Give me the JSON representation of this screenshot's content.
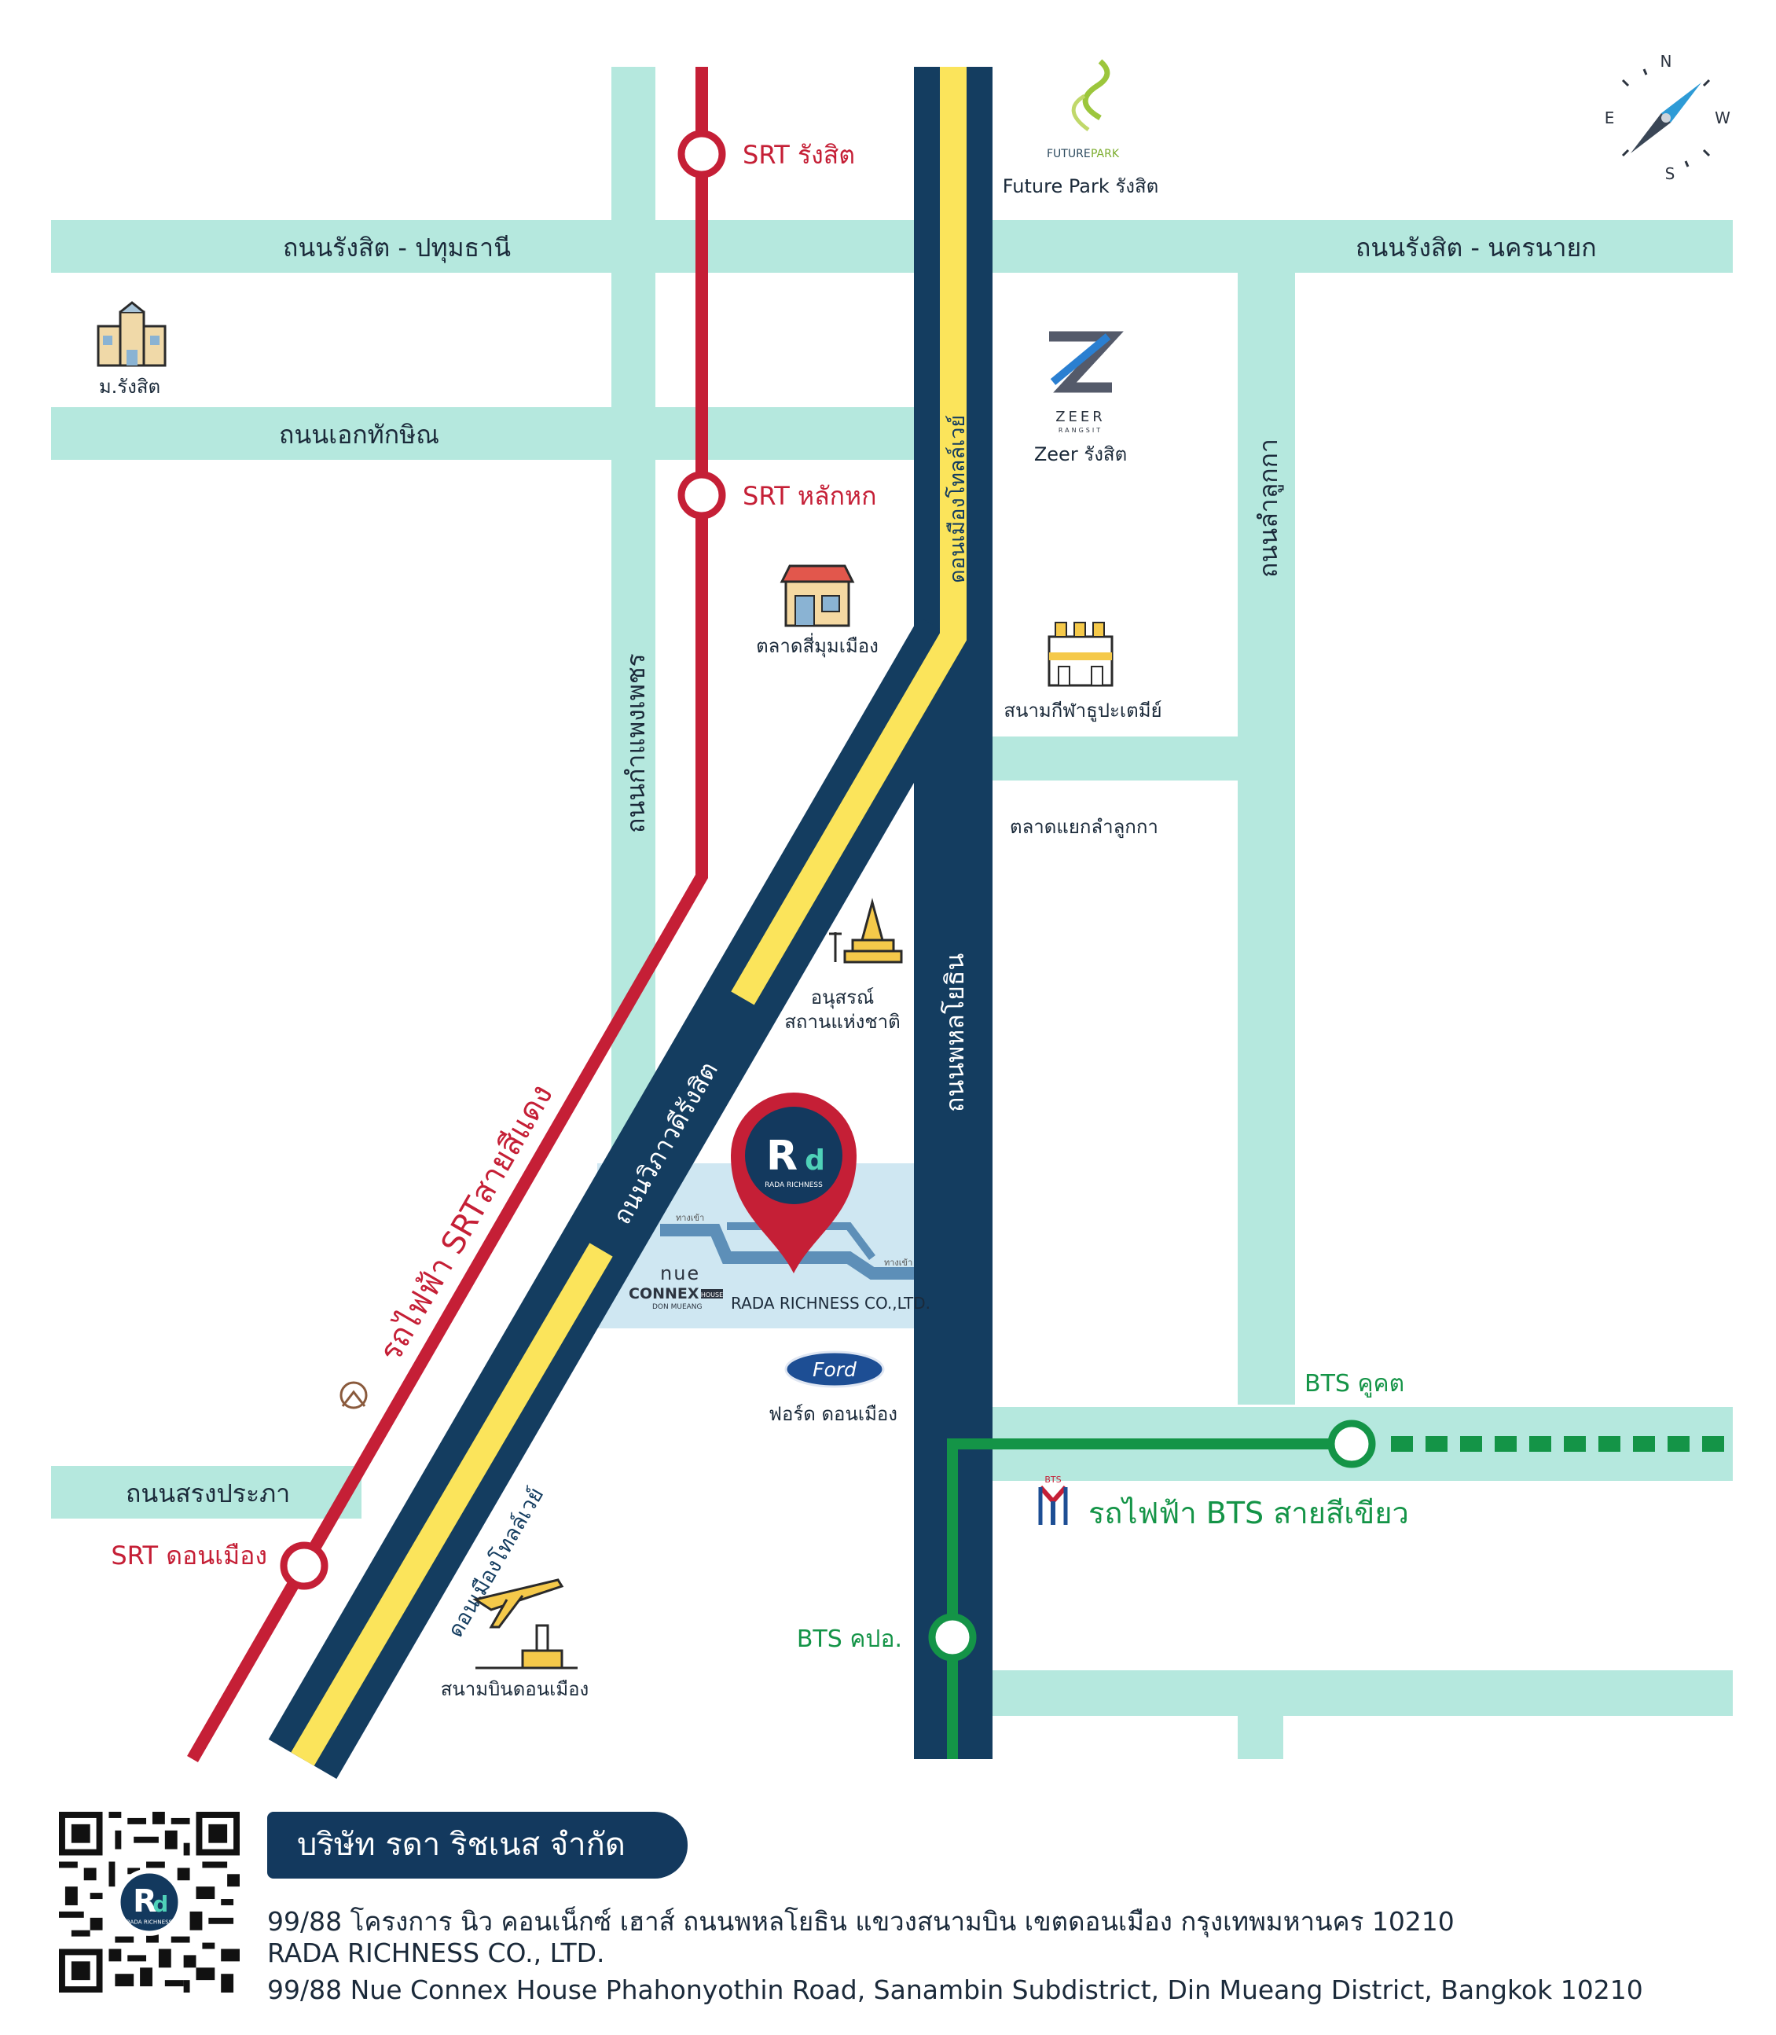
{
  "colors": {
    "road": "#b5e8de",
    "tollway_blue": "#143d60",
    "tollway_yellow": "#fbe45b",
    "srt_red": "#c51f36",
    "bts_green": "#149447",
    "pin_red": "#c51f36",
    "area_blue": "#cfe7f2"
  },
  "roads": {
    "rangsit_pathum": "ถนนรังสิต -  ปทุมธานี",
    "rangsit_nakhonnayok": "ถนนรังสิต - นครนายก",
    "ekthakin": "ถนนเอกทักษิณ",
    "lamlukka": "ถนนลำลูกกา",
    "kamphaengphet": "ถนนกำแพงเพชร",
    "vibhavadi": "ถนนวิภาวดีรังสิต",
    "phahonyothin": "ถนนพหลโยธิน",
    "songprapa": "ถนนสรงประภา",
    "tollway_top": "ดอนเมืองโทลล์เวย์",
    "tollway_bottom": "ดอนเมืองโทลล์เวย์"
  },
  "stations": {
    "srt_rangsit": "SRT รังสิต",
    "srt_laksi": "SRT หลักหก",
    "srt_donmueang": "SRT ดอนเมือง",
    "bts_khukhot": "BTS คูคต",
    "bts_kpo": "BTS คปอ."
  },
  "lines": {
    "srt_label": "รถไฟฟ้า SRTสายสีแดง",
    "bts_label": "รถไฟฟ้า BTS สายสีเขียว",
    "bts_logo_text": "BTS"
  },
  "landmarks": {
    "future_park_logo_a": "FUTURE",
    "future_park_logo_b": "PARK",
    "future_park": "Future Park รังสิต",
    "rangsit_univ": "ม.รังสิต",
    "zeer_logo": "ZEER",
    "zeer_sub": "RANGSIT",
    "zeer": "Zeer รังสิต",
    "market_simummuang": "ตลาดสี่มุมเมือง",
    "thupatemi": "สนามกีฬาธูปะเตมีย์",
    "lamlukka_market": "ตลาดแยกลำลูกกา",
    "monument_1": "อนุสรณ์",
    "monument_2": "สถานแห่งชาติ",
    "ford_logo": "Ford",
    "ford": "ฟอร์ด ดอนเมือง",
    "airport": "สนามบินดอนเมือง",
    "nue_logo_1": "nue",
    "nue_logo_2": "CONNEX",
    "nue_logo_3": "HOUSE",
    "nue_logo_4": "DON MUEANG",
    "rada_label": "RADA RICHNESS CO.,LTD.",
    "rada_pin_text": "RADA RICHNESS",
    "site_small_1": "ทางเข้า",
    "site_small_2": "ทางเข้า"
  },
  "compass": {
    "n": "N",
    "e": "E",
    "w": "W",
    "s": "S"
  },
  "footer": {
    "company_th": "บริษัท รดา ริชเนส จำกัด",
    "address_th": "99/88 โครงการ นิว คอนเน็กซ์ เฮาส์ ถนนพหลโยธิน แขวงสนามบิน เขตดอนเมือง กรุงเทพมหานคร 10210",
    "company_en": "RADA RICHNESS CO., LTD.",
    "address_en": "99/88 Nue Connex House Phahonyothin Road, Sanambin Subdistrict, Din Mueang District, Bangkok 10210",
    "qr_logo_text": "RADA RICHNESS"
  }
}
